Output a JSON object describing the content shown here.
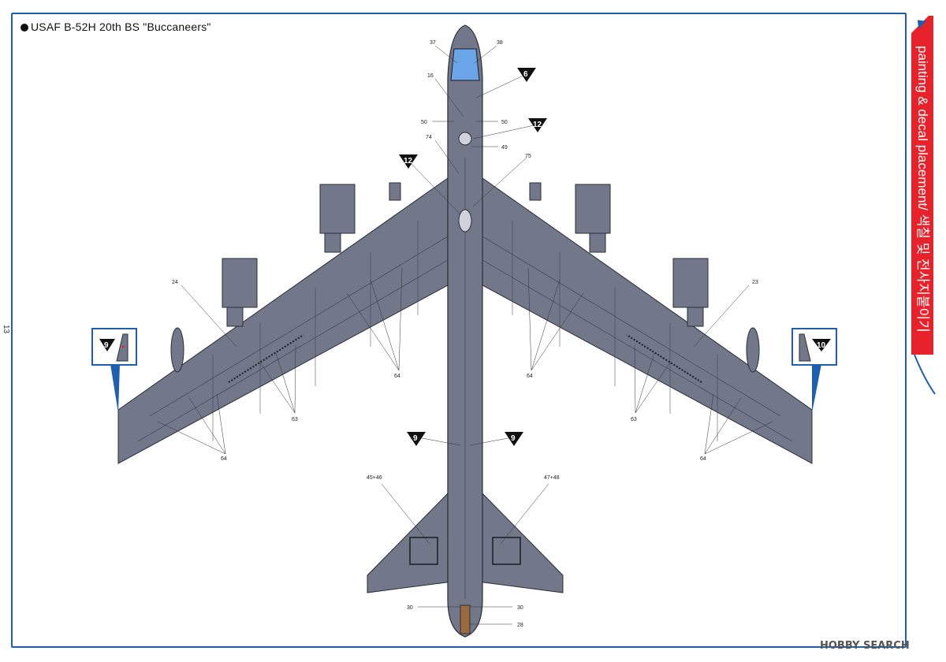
{
  "title": "USAF B-52H 20th BS \"Buccaneers\"",
  "page_number": "13",
  "side_tab": "painting & decal placement/ 색칠 및 전사지붙이기",
  "watermark": "HOBBY SEARCH",
  "colors": {
    "aircraft": "#73778a",
    "frame": "#1f5fb0",
    "tab": "#e8222a",
    "canopy": "#6aa5e8"
  },
  "callouts": {
    "c37": "37",
    "c38": "38",
    "c16": "16",
    "c50a": "50",
    "c50b": "50",
    "c49": "49",
    "c74": "74",
    "c75": "75",
    "c24": "24",
    "c23": "23",
    "c64a": "64",
    "c64b": "64",
    "c64c": "64",
    "c64d": "64",
    "c63a": "63",
    "c63b": "63",
    "c4546": "45+46",
    "c4748": "47+48",
    "c30a": "30",
    "c30b": "30",
    "c28": "28"
  },
  "markers": {
    "m6": "6",
    "m12a": "12",
    "m12b": "12",
    "m9a": "9",
    "m9b": "9",
    "m9c": "9",
    "m10": "10"
  }
}
